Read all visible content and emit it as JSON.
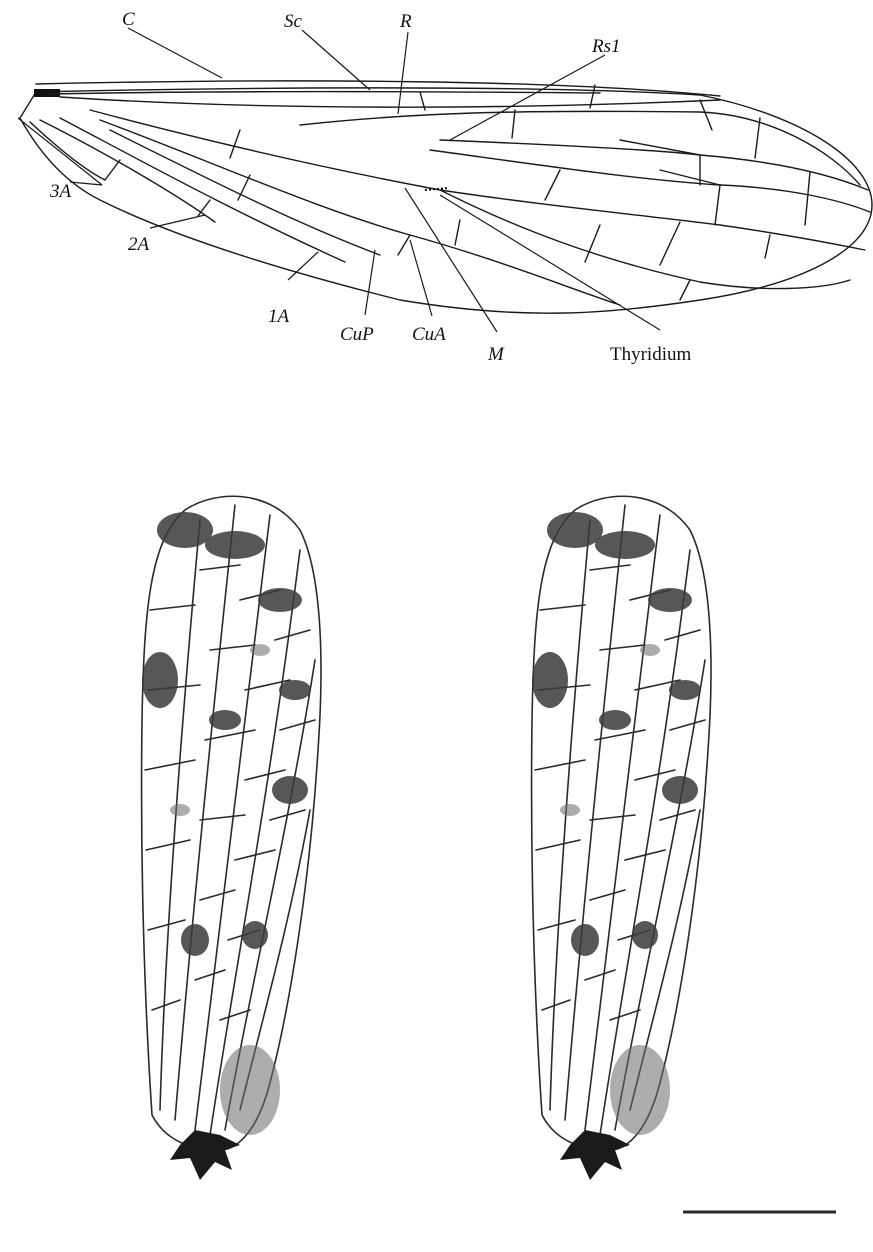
{
  "labels": {
    "c": "C",
    "sc": "Sc",
    "r": "R",
    "rs1": "Rs1",
    "a3": "3A",
    "a2": "2A",
    "a1": "1A",
    "cup": "CuP",
    "cua": "CuA",
    "m": "M",
    "thyridium": "Thyridium"
  },
  "colors": {
    "ink": "#1a1a1a",
    "background": "#ffffff",
    "spot": "#3a3a3a"
  }
}
